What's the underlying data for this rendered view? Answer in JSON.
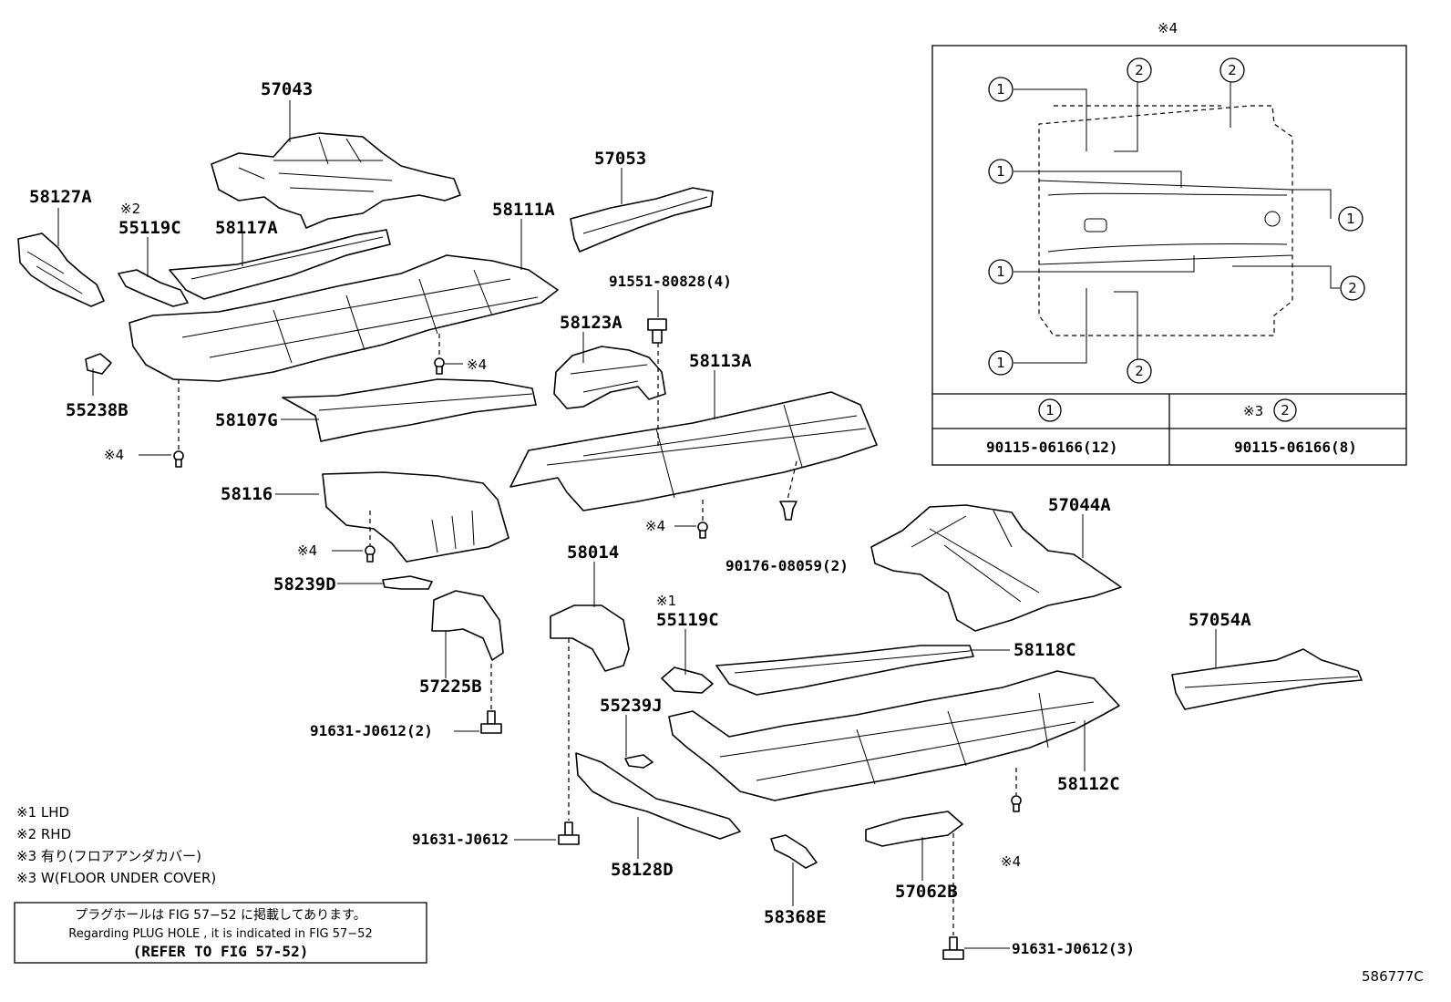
{
  "parts": {
    "p57043": "57043",
    "p58127A": "58127A",
    "p55119C_rhd_mark": "※2",
    "p55119C_rhd": "55119C",
    "p58117A": "58117A",
    "p58111A": "58111A",
    "p57053": "57053",
    "p91551": "91551-80828(4)",
    "p58123A": "58123A",
    "p58113A": "58113A",
    "p55238B": "55238B",
    "p58107G": "58107G",
    "p58116": "58116",
    "p58239D": "58239D",
    "p58014": "58014",
    "p57044A": "57044A",
    "p90176": "90176-08059(2)",
    "p55119C_lhd_mark": "※1",
    "p55119C_lhd": "55119C",
    "p57054A": "57054A",
    "p58118C": "58118C",
    "p57225B": "57225B",
    "p91631_2": "91631-J0612(2)",
    "p55239J": "55239J",
    "p58112C": "58112C",
    "p91631": "91631-J0612",
    "p58128D": "58128D",
    "p58368E": "58368E",
    "p57062B": "57062B",
    "p91631_3": "91631-J0612(3)"
  },
  "marks": {
    "m4": "※4"
  },
  "inset": {
    "title": "※4",
    "one": "1",
    "two": "2",
    "table_head_1": "1",
    "table_head_2_prefix": "※3",
    "table_head_2": "2",
    "table_val_1": "90115-06166(12)",
    "table_val_2": "90115-06166(8)"
  },
  "notes": {
    "n1": "※1 LHD",
    "n2": "※2 RHD",
    "n3": "※3 有り(フロアアンダカバー)",
    "n4": "※3 W(FLOOR UNDER COVER)"
  },
  "refbox": {
    "line1": "プラグホールは FIG 57−52 に掲載してあります。",
    "line2": "Regarding  PLUG  HOLE , it is indicated in FIG  57−52",
    "line3": "(REFER TO FIG 57-52)"
  },
  "figure_id": "586777C"
}
